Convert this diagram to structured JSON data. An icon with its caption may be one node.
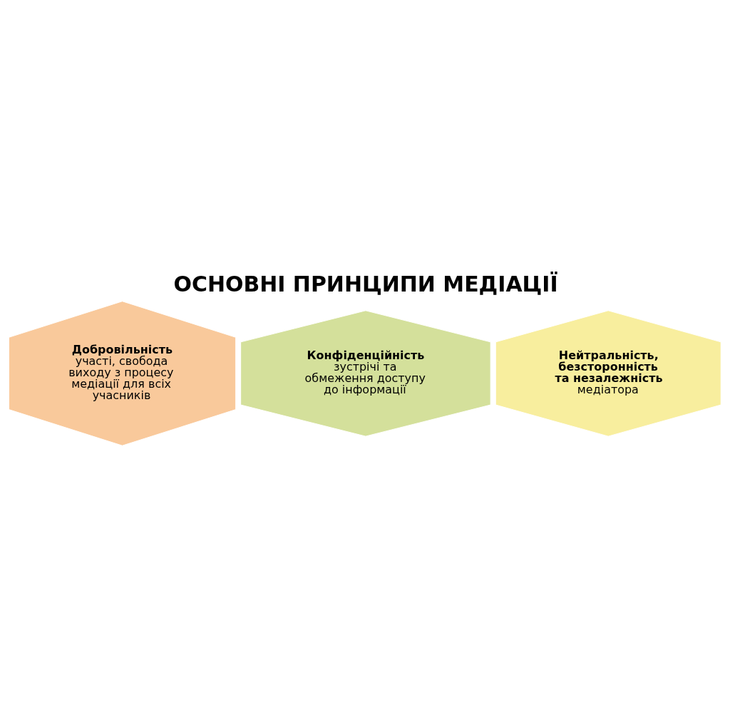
{
  "diagram": {
    "title": "ОСНОВНІ ПРИНЦИПИ МЕДІАЦІЇ",
    "nodes": [
      {
        "text": [
          "Добровільність",
          "участі, свобода виходу з процесу медіації для всіх учасників"
        ]
      },
      {
        "text": [
          "Конфіденційність",
          "зустрічі та обмеження доступу до інформації"
        ]
      },
      {
        "text": [
          "Нейтральність, безсторонність та незалежність",
          "медіатора"
        ]
      }
    ]
  }
}
